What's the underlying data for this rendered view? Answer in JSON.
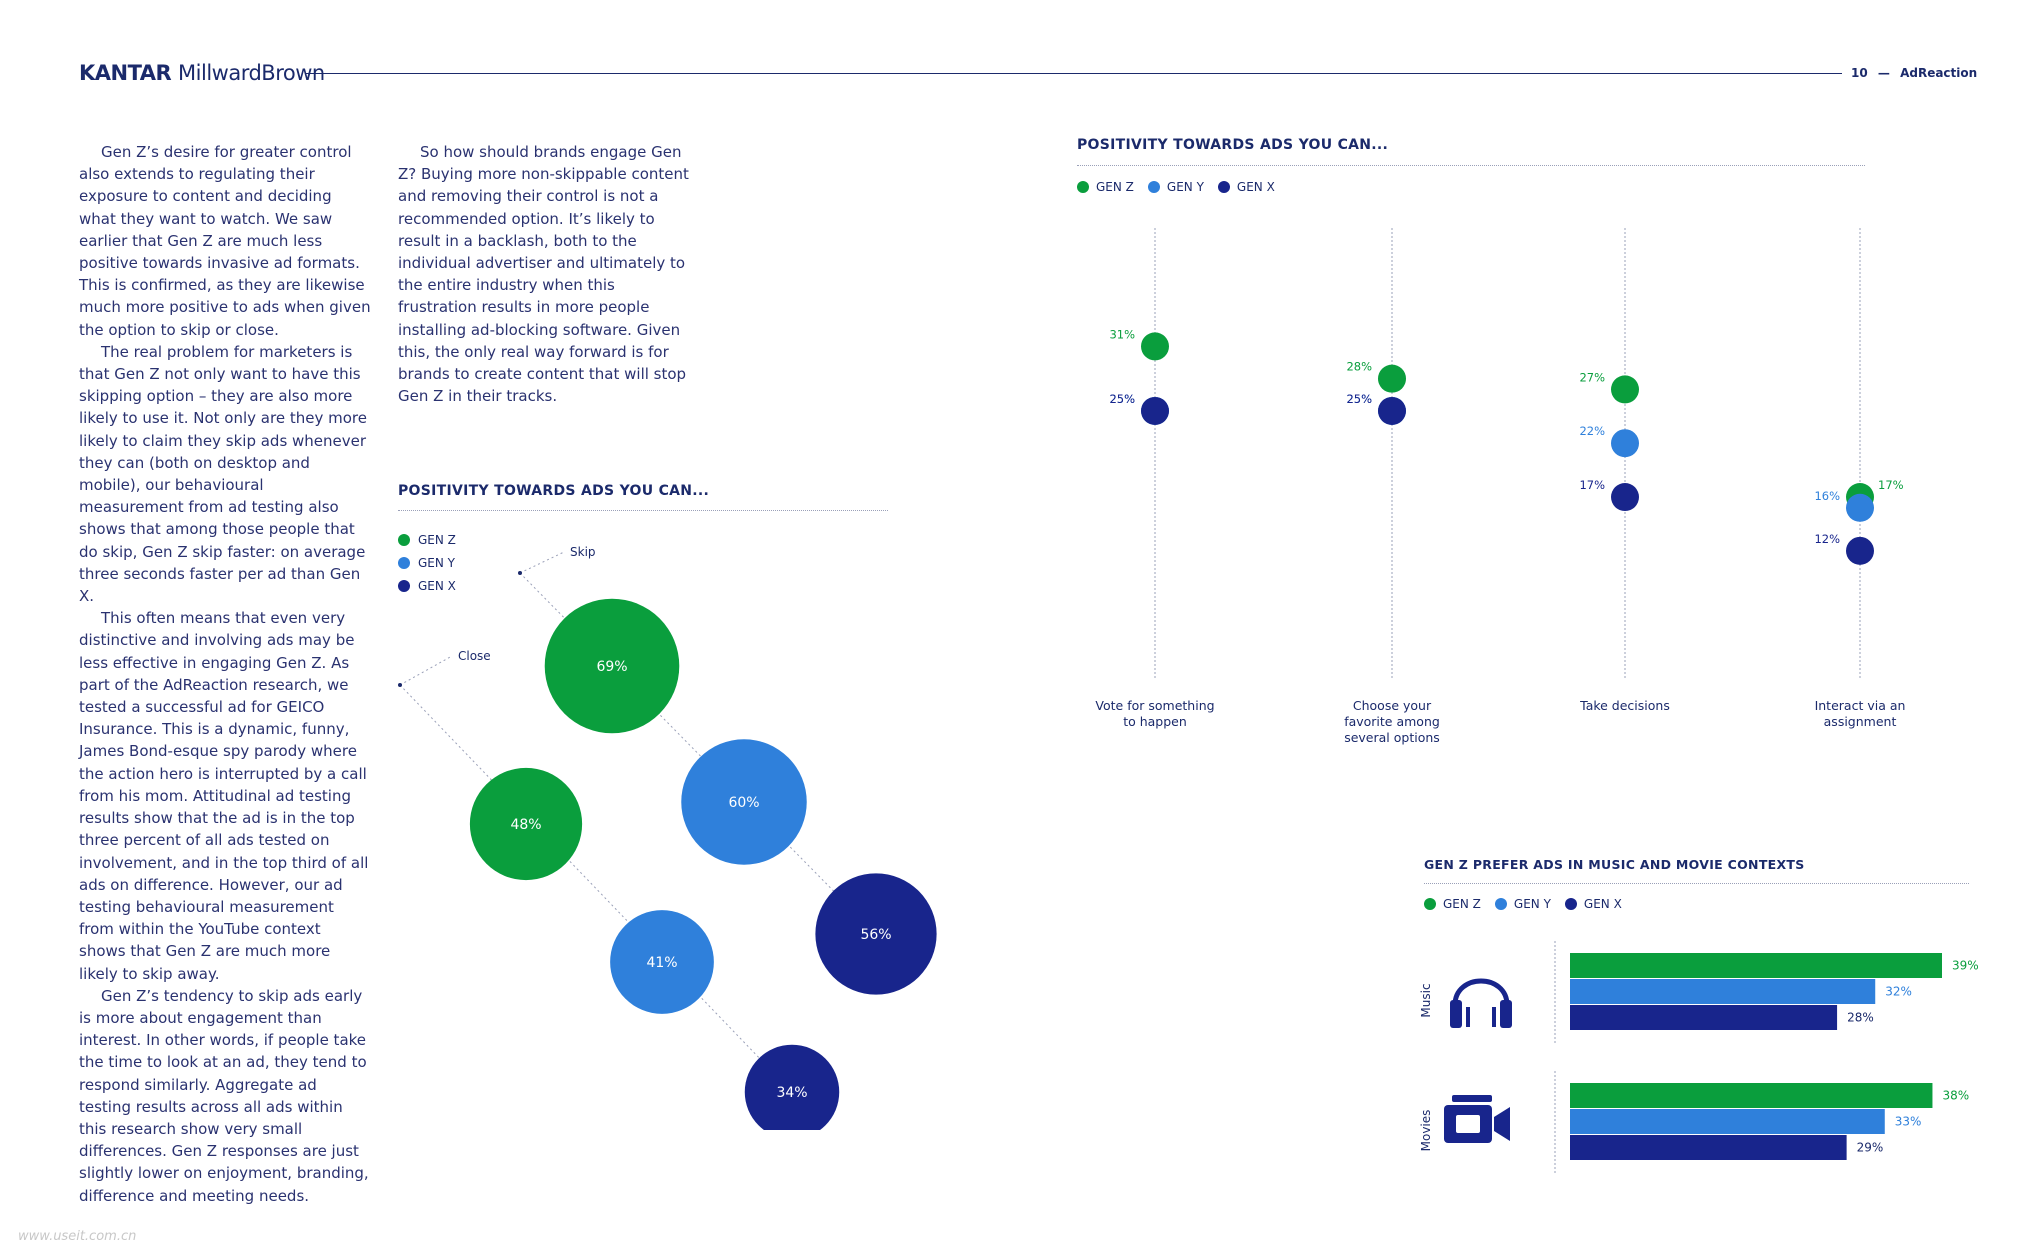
{
  "header": {
    "logo_main": "KANTAR",
    "logo_sub": "MillwardBrown",
    "page_number": "10",
    "page_sep": "—",
    "publication": "AdReaction"
  },
  "text_col1": [
    "Gen Z’s desire for greater control also extends to regulating their exposure to content and deciding what they want to watch. We saw earlier that Gen Z are much less positive towards invasive ad formats. This is confirmed, as they are likewise much more positive to ads when given the option to skip or close.",
    "The real problem for marketers is that Gen Z not only want to have this skipping option – they are also more likely to use it. Not only are they more likely to claim they skip ads whenever they can (both on desktop and mobile), our behavioural measurement from ad testing also shows that among those people that do skip, Gen Z skip faster: on average three seconds faster per ad than Gen X.",
    "This often means that even very distinctive and involving ads may be less effective in engaging Gen Z. As part of the AdReaction research, we tested a successful ad for GEICO Insurance. This is a dynamic, funny, James Bond-esque spy parody where the action hero is interrupted by a call from his mom. Attitudinal ad testing results show that the ad is in the top three percent of all ads tested on involvement, and in the top third of all ads on difference. However, our ad testing behavioural measurement from within the YouTube context shows that Gen Z are much more likely to skip away.",
    "Gen Z’s tendency to skip ads early is more about engagement than interest. In other words, if people take the time to look at an ad, they tend to respond similarly. Aggregate ad testing results across all ads within this research show very small differences. Gen Z responses are just slightly lower on enjoyment, branding, difference and meeting needs."
  ],
  "text_col2": [
    "So how should brands engage Gen Z? Buying more non-skippable content and removing their control is not a recommended option. It’s likely to result in a backlash, both to the individual advertiser and ultimately to the entire industry when this frustration results in more people installing ad-blocking software. Given this, the only real way forward is for brands to create content that will stop Gen Z in their tracks."
  ],
  "colors": {
    "gen_z": "#0a9e3d",
    "gen_y": "#2f80db",
    "gen_x": "#18258c",
    "navy": "#1b2a6b"
  },
  "chart_data": [
    {
      "type": "scatter",
      "id": "bubble",
      "title": "POSITIVITY TOWARDS ADS YOU CAN...",
      "legend": [
        "GEN Z",
        "GEN Y",
        "GEN X"
      ],
      "groups": [
        {
          "name": "Skip",
          "values": {
            "GEN Z": 69,
            "GEN Y": 60,
            "GEN X": 56
          }
        },
        {
          "name": "Close",
          "values": {
            "GEN Z": 48,
            "GEN Y": 41,
            "GEN X": 34
          }
        }
      ],
      "unit": "%"
    },
    {
      "type": "scatter",
      "id": "dotplot",
      "title": "POSITIVITY TOWARDS ADS YOU CAN...",
      "legend": [
        "GEN Z",
        "GEN Y",
        "GEN X"
      ],
      "categories": [
        "Vote for something to happen",
        "Choose your favorite among several options",
        "Take decisions",
        "Interact via an assignment"
      ],
      "series": [
        {
          "name": "GEN Z",
          "values": [
            31,
            28,
            27,
            17
          ]
        },
        {
          "name": "GEN Y",
          "values": [
            25,
            25,
            22,
            16
          ]
        },
        {
          "name": "GEN X",
          "values": [
            25,
            25,
            17,
            12
          ]
        }
      ],
      "unit": "%",
      "ylim": [
        0,
        42
      ]
    },
    {
      "type": "bar",
      "id": "hbar",
      "title": "GEN Z PREFER ADS IN MUSIC AND MOVIE CONTEXTS",
      "legend": [
        "GEN Z",
        "GEN Y",
        "GEN X"
      ],
      "categories": [
        "Music",
        "Movies"
      ],
      "series": [
        {
          "name": "GEN Z",
          "values": [
            39,
            38
          ]
        },
        {
          "name": "GEN Y",
          "values": [
            32,
            33
          ]
        },
        {
          "name": "GEN X",
          "values": [
            28,
            29
          ]
        }
      ],
      "unit": "%",
      "xlim": [
        0,
        39
      ]
    }
  ],
  "watermark": "www.useit.com.cn"
}
